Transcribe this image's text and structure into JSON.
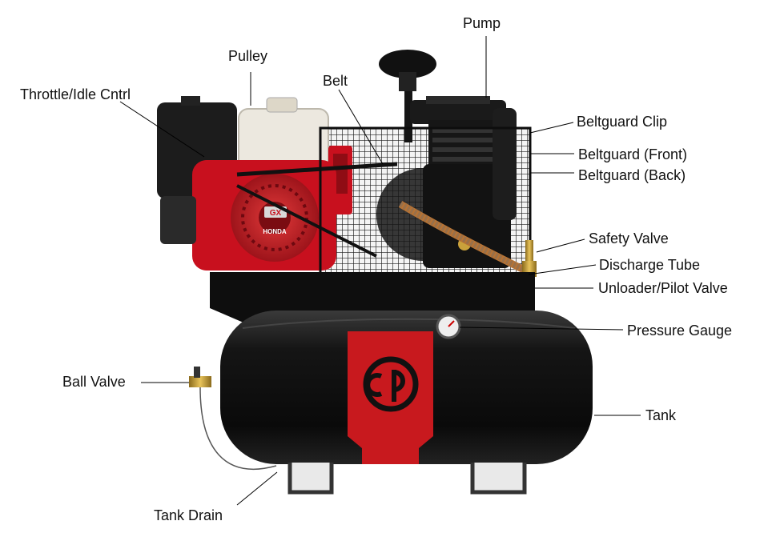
{
  "labels": {
    "pump": "Pump",
    "pulley": "Pulley",
    "belt": "Belt",
    "throttle": "Throttle/Idle Cntrl",
    "beltguard_clip": "Beltguard Clip",
    "beltguard_front": "Beltguard (Front)",
    "beltguard_back": "Beltguard (Back)",
    "safety_valve": "Safety Valve",
    "discharge_tube": "Discharge Tube",
    "unloader_valve": "Unloader/Pilot Valve",
    "pressure_gauge": "Pressure Gauge",
    "ball_valve": "Ball Valve",
    "tank": "Tank",
    "tank_drain": "Tank Drain"
  },
  "engine_badge": "GX",
  "engine_brand": "HONDA",
  "colors": {
    "engine_red": "#c8101e",
    "brand_red": "#c8191e",
    "tank_black": "#0d0d0d",
    "engine_housing": "#1a1a1a",
    "fuel_tank": "#ece8df",
    "brass": "#c9a13b"
  }
}
